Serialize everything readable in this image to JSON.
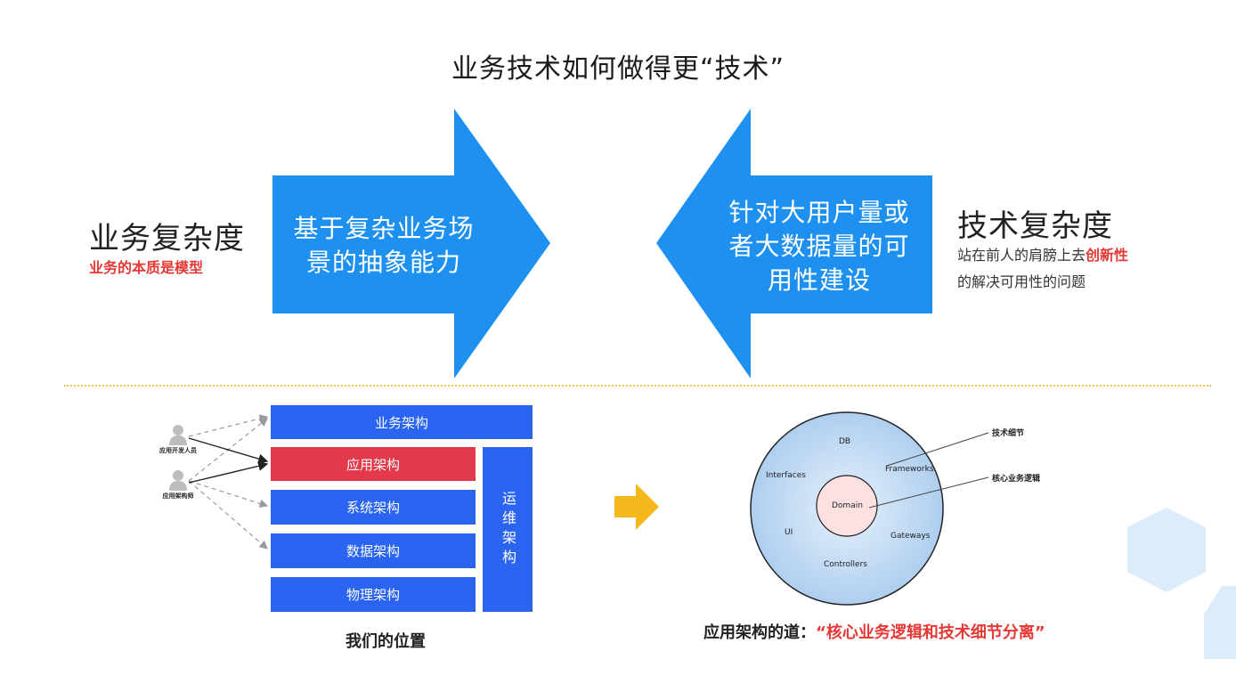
{
  "title": "业务技术如何做得更“技术”",
  "left": {
    "heading": "业务复杂度",
    "subtitle": "业务的本质是模型",
    "arrow_lines": [
      "基于复杂业务场",
      "景的抽象能力"
    ]
  },
  "right": {
    "heading": "技术复杂度",
    "subtitle_prefix": "站在前人的肩膀上去",
    "subtitle_highlight": "创新性",
    "subtitle_line2": "的解决可用性的问题",
    "arrow_lines": [
      "针对大用户量或",
      "者大数据量的可",
      "用性建设"
    ]
  },
  "architecture": {
    "business": "业务架构",
    "application": "应用架构",
    "system": "系统架构",
    "data": "数据架构",
    "physical": "物理架构",
    "ops": "运维架构",
    "role_developer": "应用开发人员",
    "role_architect": "应用架构师",
    "caption": "我们的位置"
  },
  "onion": {
    "db": "DB",
    "frameworks": "Frameworks",
    "interfaces": "Interfaces",
    "domain": "Domain",
    "ui": "UI",
    "gateways": "Gateways",
    "controllers": "Controllers",
    "note_tech": "技术细节",
    "note_core": "核心业务逻辑",
    "caption_prefix": "应用架构的道：",
    "caption_highlight": "“核心业务逻辑和技术细节分离”"
  },
  "colors": {
    "arrow_blue": "#1e90f0",
    "stack_blue": "#2a64f0",
    "stack_red": "#e23a4a",
    "highlight_red": "#e53935",
    "next_arrow": "#f5b81c",
    "onion_blue": "#bcd8f4",
    "domain_pink": "#fde0e2"
  }
}
